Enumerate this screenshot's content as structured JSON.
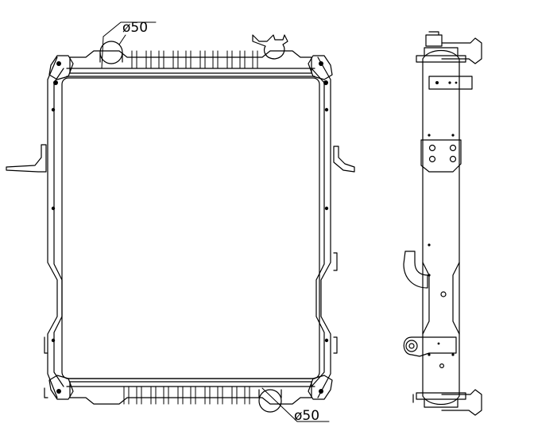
{
  "diagram": {
    "views": [
      "front-view",
      "side-view"
    ],
    "dimensions": {
      "top_inlet": "ø50",
      "bottom_outlet": "ø50"
    },
    "colors": {
      "line": "#000000",
      "background": "#ffffff"
    }
  }
}
